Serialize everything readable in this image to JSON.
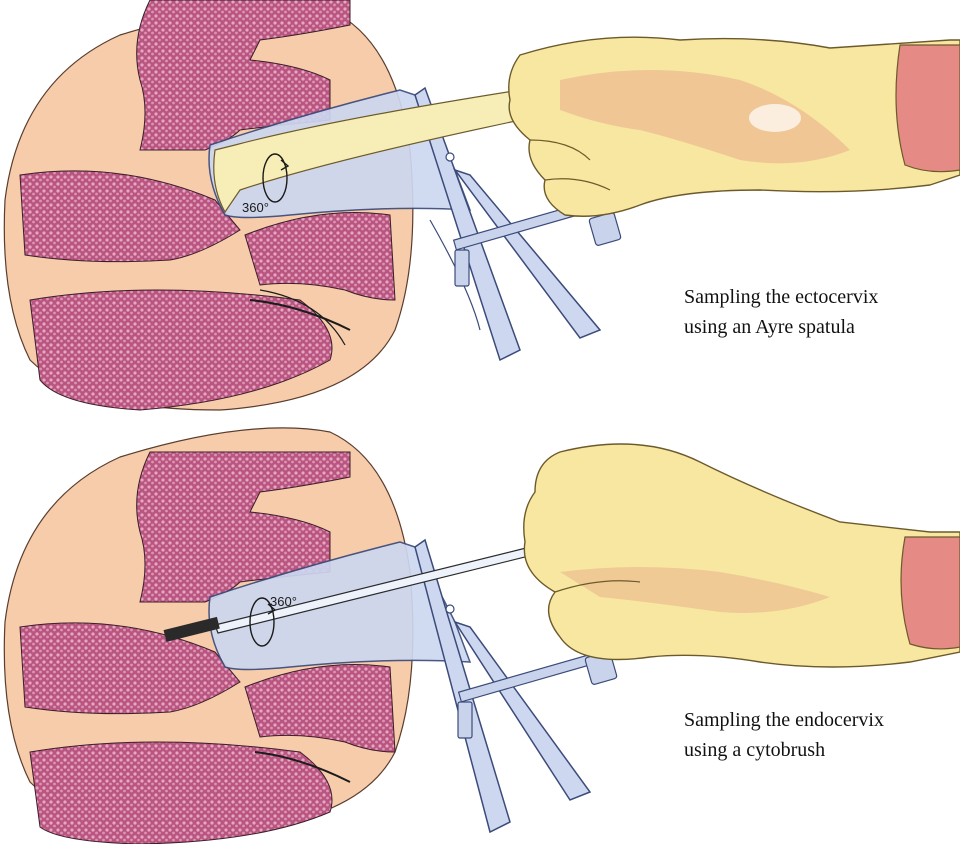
{
  "figures": [
    {
      "caption_line1": "Sampling the ectocervix",
      "caption_line2": "using an Ayre spatula",
      "rotation_label": "360°"
    },
    {
      "caption_line1": "Sampling the endocervix",
      "caption_line2": "using a cytobrush",
      "rotation_label": "360°"
    }
  ],
  "colors": {
    "skin": "#f6ccaa",
    "tissue": "#b9557f",
    "tissue_dots": "#e6a7c5",
    "speculum": "#cdd7f0",
    "speculum_edge": "#3b4b7a",
    "glove": "#f7e7a0",
    "glove_shadow": "#ebb28c",
    "fingertip": "#e58a84",
    "spatula": "#f6eeb6",
    "brush": "#2a2a2a"
  },
  "icons": [
    "rotation-arrow-icon",
    "speculum-icon",
    "spatula-icon",
    "cytobrush-icon",
    "gloved-hand-icon"
  ]
}
